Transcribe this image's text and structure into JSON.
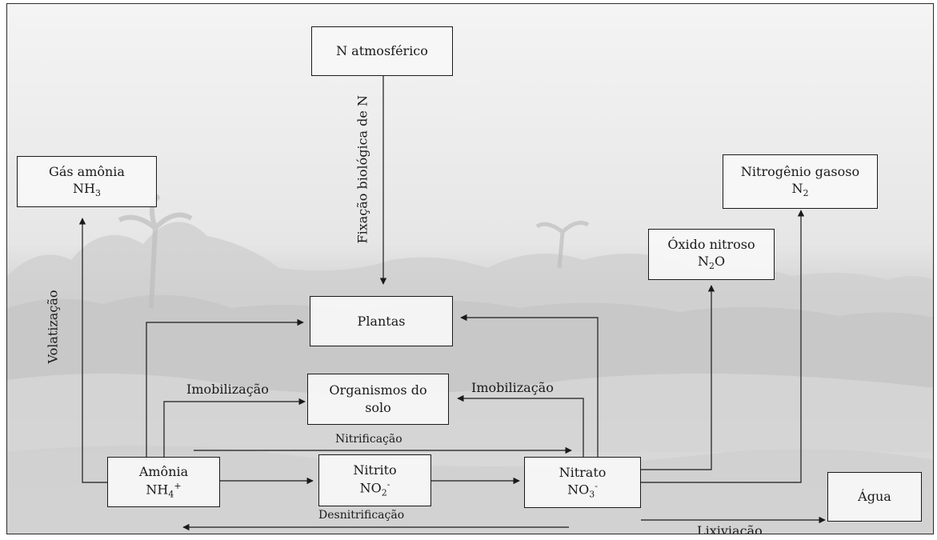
{
  "nodes": {
    "atmospheric_n": {
      "label": "N atmosférico"
    },
    "ammonia_gas": {
      "label": "Gás amônia",
      "formula_base": "NH",
      "formula_sub": "3"
    },
    "nitrogen_gas": {
      "label": "Nitrogênio gasoso",
      "formula_base": "N",
      "formula_sub": "2"
    },
    "nitrous_oxide": {
      "label": "Óxido nitroso",
      "formula_base": "N",
      "formula_sub": "2",
      "formula_tail": "O"
    },
    "plants": {
      "label": "Plantas"
    },
    "soil_organisms": {
      "label": "Organismos do solo"
    },
    "ammonium": {
      "label": "Amônia",
      "formula_base": "NH",
      "formula_sub": "4",
      "formula_sup": "+"
    },
    "nitrite": {
      "label": "Nitrito",
      "formula_base": "NO",
      "formula_sub": "2",
      "formula_sup": "-"
    },
    "nitrate": {
      "label": "Nitrato",
      "formula_base": "NO",
      "formula_sub": "3",
      "formula_sup": "-"
    },
    "water": {
      "label": "Água"
    }
  },
  "processes": {
    "fixation": "Fixação biológica de N",
    "volatilization": "Volatização",
    "immobilization_left": "Imobilização",
    "immobilization_right": "Imobilização",
    "nitrification": "Nitrificação",
    "denitrification": "Desnitrificação",
    "leaching": "Lixiviação"
  },
  "colors": {
    "line": "#1a1a1a",
    "box_fill": "#f7f7f7",
    "background_photo": "#c9c9c9"
  }
}
